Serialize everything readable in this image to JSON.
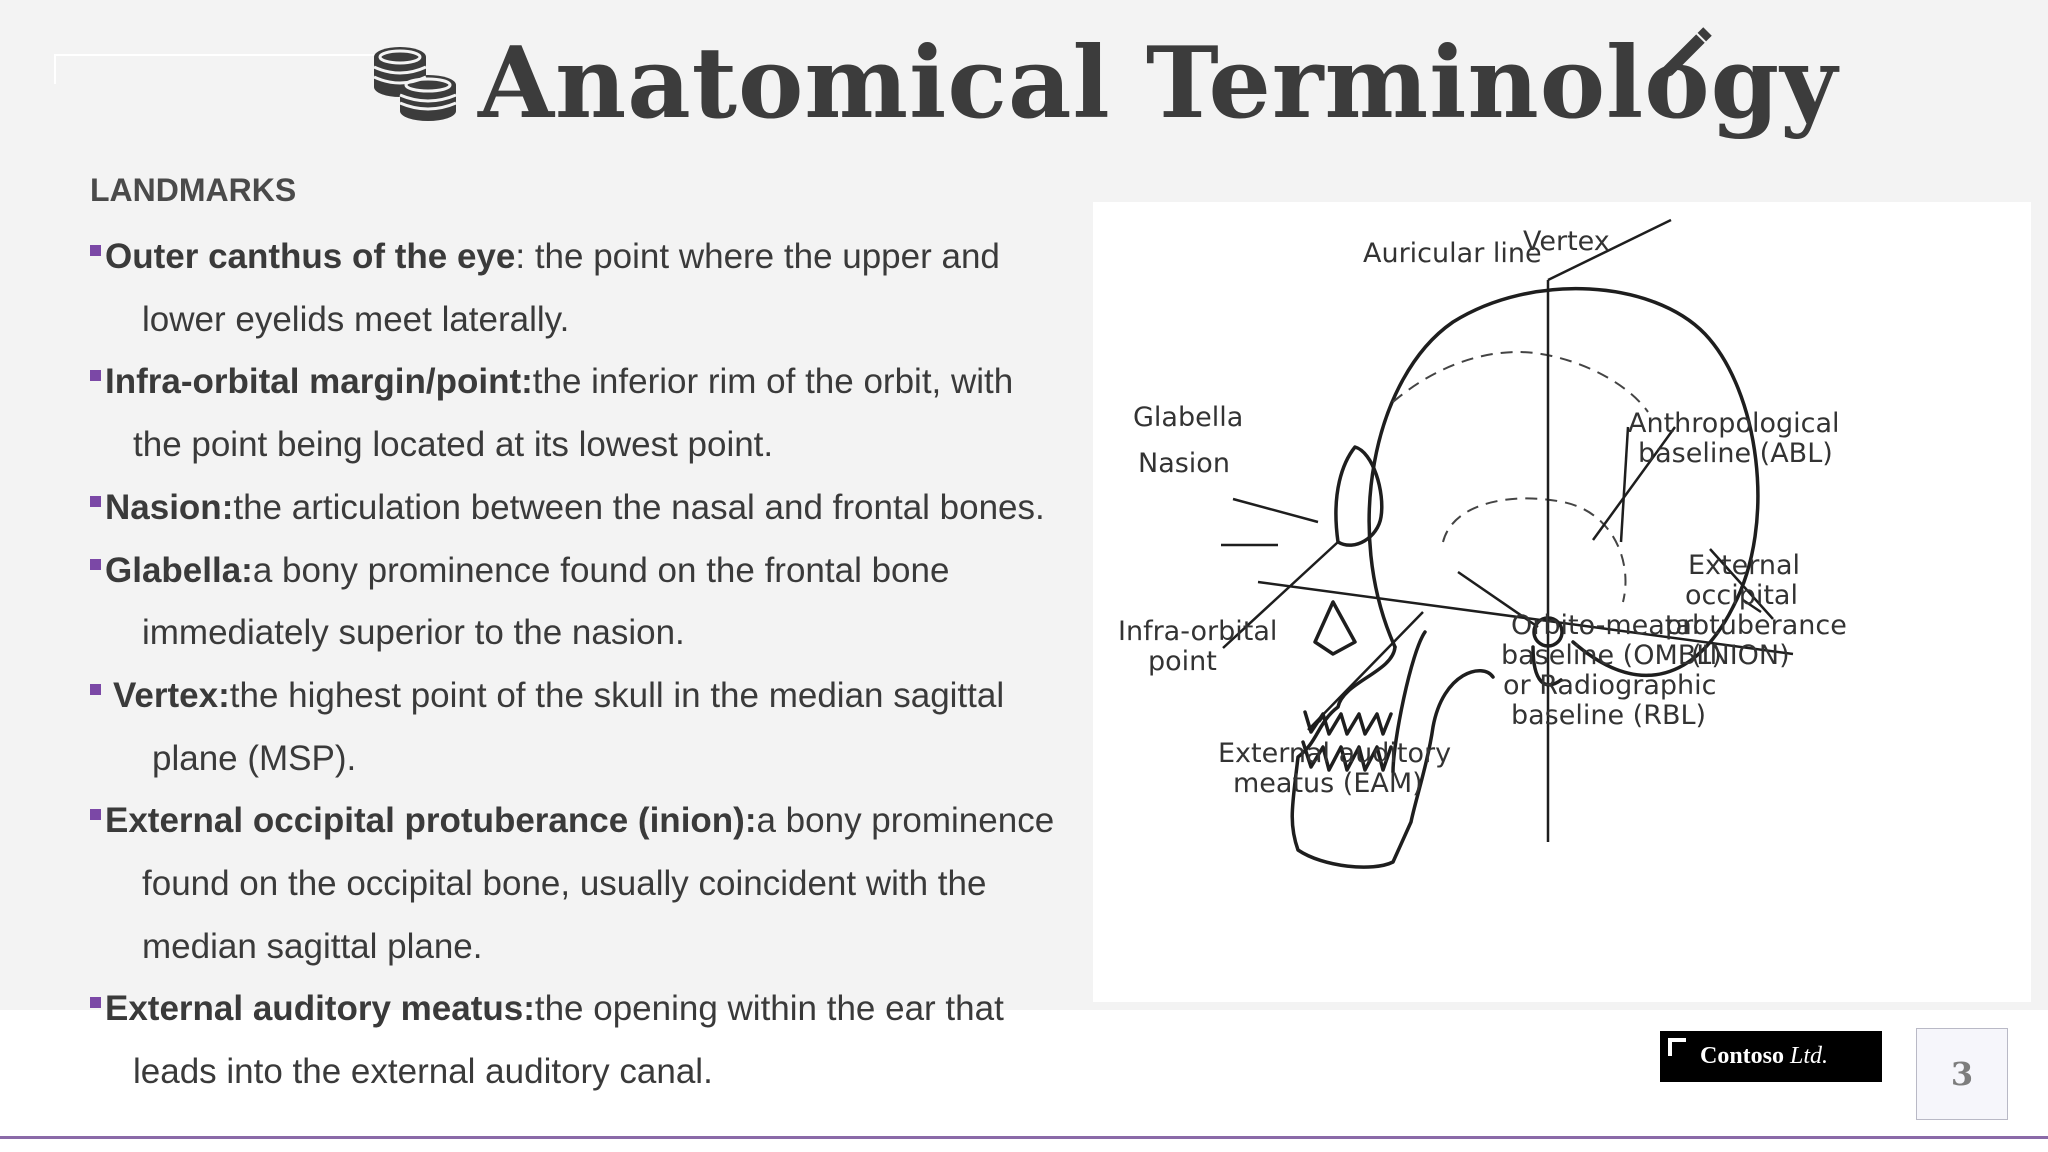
{
  "slide": {
    "title": "Anatomical Terminology",
    "title_icon": "coins-icon",
    "edit_icon": "pencil-icon",
    "section_heading": "LANDMARKS",
    "accent_color": "#7b48a6",
    "page_number": "3"
  },
  "bullets": [
    {
      "term": "Outer canthus of the eye",
      "text": ": the point where the upper and",
      "cont": "lower eyelids meet laterally."
    },
    {
      "term": "Infra-orbital margin/point:",
      "text": " the inferior rim of the orbit, with",
      "cont": "the point being located at its lowest point."
    },
    {
      "term": "Nasion:",
      "text": " the articulation between the nasal and frontal bones.",
      "cont": ""
    },
    {
      "term": "Glabella:",
      "text": " a bony prominence found on the frontal bone",
      "cont": "immediately superior to the nasion."
    },
    {
      "term": "Vertex:",
      "text": " the highest point of the skull in the median sagittal",
      "cont": "plane (MSP)."
    },
    {
      "term": "External occipital protuberance (inion):",
      "text": " a bony prominence",
      "cont": "found on the occipital bone, usually coincident with the",
      "cont2": "median sagittal plane."
    },
    {
      "term": "External auditory meatus:",
      "text": " the opening within the ear that",
      "cont": "leads into the external auditory canal."
    }
  ],
  "figure": {
    "labels": {
      "auricular_line": "Auricular line",
      "vertex": "Vertex",
      "glabella": "Glabella",
      "nasion": "Nasion",
      "abl_1": "Anthropological",
      "abl_2": "baseline (ABL)",
      "inion_1": "External",
      "inion_2": "occipital",
      "inion_3": "protuberance",
      "inion_4": "(INION)",
      "infra_1": "Infra-orbital",
      "infra_2": "point",
      "ombl_1": "Orbito-meatal",
      "ombl_2": "baseline (OMBL)",
      "ombl_3": "or Radiographic",
      "ombl_4": "baseline (RBL)",
      "eam_1": "External auditory",
      "eam_2": "meatus (EAM)"
    }
  },
  "logo": {
    "strong": "Contoso",
    "light": "Ltd."
  }
}
